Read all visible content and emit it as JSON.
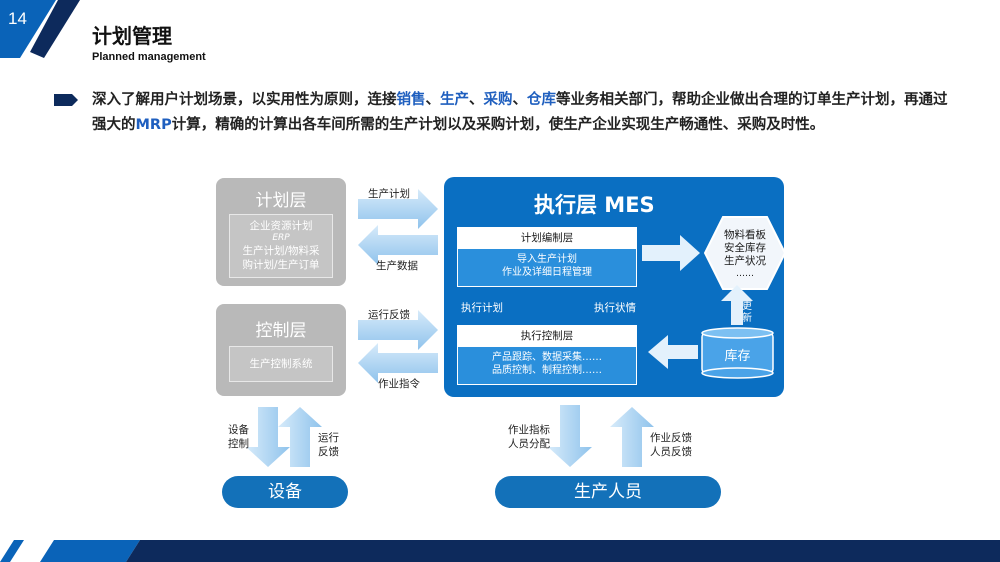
{
  "header": {
    "page_number": "14",
    "title": "计划管理",
    "subtitle": "Planned management"
  },
  "intro": {
    "t1": "深入了解用户计划场景，以实用性为原则，连接",
    "h1": "销售",
    "s1": "、",
    "h2": "生产",
    "s2": "、",
    "h3": "采购",
    "s3": "、",
    "h4": "仓库",
    "t2": "等业务相关部门，帮助企业做出合理的订单生产计划，再通过强大的",
    "h5": "MRP",
    "t3": "计算，精确的计算出各车间所需的生产计划以及采购计划，使生产企业实现生产畅通性、采购及时性。"
  },
  "diagram": {
    "plan_layer": {
      "title": "计划层",
      "line1": "企业资源计划",
      "line2": "ERP",
      "line3": "生产计划/物料采",
      "line4": "购计划/生产订单"
    },
    "control_layer": {
      "title": "控制层",
      "content": "生产控制系统"
    },
    "mes": {
      "title": "执行层 MES",
      "planning_box": {
        "head": "计划编制层",
        "line1": "导入生产计划",
        "line2": "作业及详细日程管理"
      },
      "exec_plan_label": "执行计划",
      "exec_status_label": "执行状情",
      "control_box": {
        "head": "执行控制层",
        "line1": "产品跟踪、数据采集……",
        "line2": "品质控制、制程控制……"
      },
      "board": {
        "line1": "物料看板",
        "line2": "安全库存",
        "line3": "生产状况",
        "line4": "……"
      },
      "update_label": "更新",
      "storage_label": "库存"
    },
    "arrows": {
      "production_plan": "生产计划",
      "production_data": "生产数据",
      "operation_feedback": "运行反馈",
      "work_instruction": "作业指令",
      "equipment_control_1": "设备",
      "equipment_control_2": "控制",
      "run_feedback_1": "运行",
      "run_feedback_2": "反馈",
      "work_indicator_1": "作业指标",
      "work_indicator_2": "人员分配",
      "work_feedback_1": "作业反馈",
      "work_feedback_2": "人员反馈"
    },
    "equipment": "设备",
    "personnel": "生产人员"
  },
  "colors": {
    "primary_blue": "#0a6fc2",
    "dark_navy": "#0d2a5c",
    "highlight_text": "#1f5fbf",
    "gray_box": "#b9b9b9",
    "arrow_blue": "#9ecbee"
  }
}
